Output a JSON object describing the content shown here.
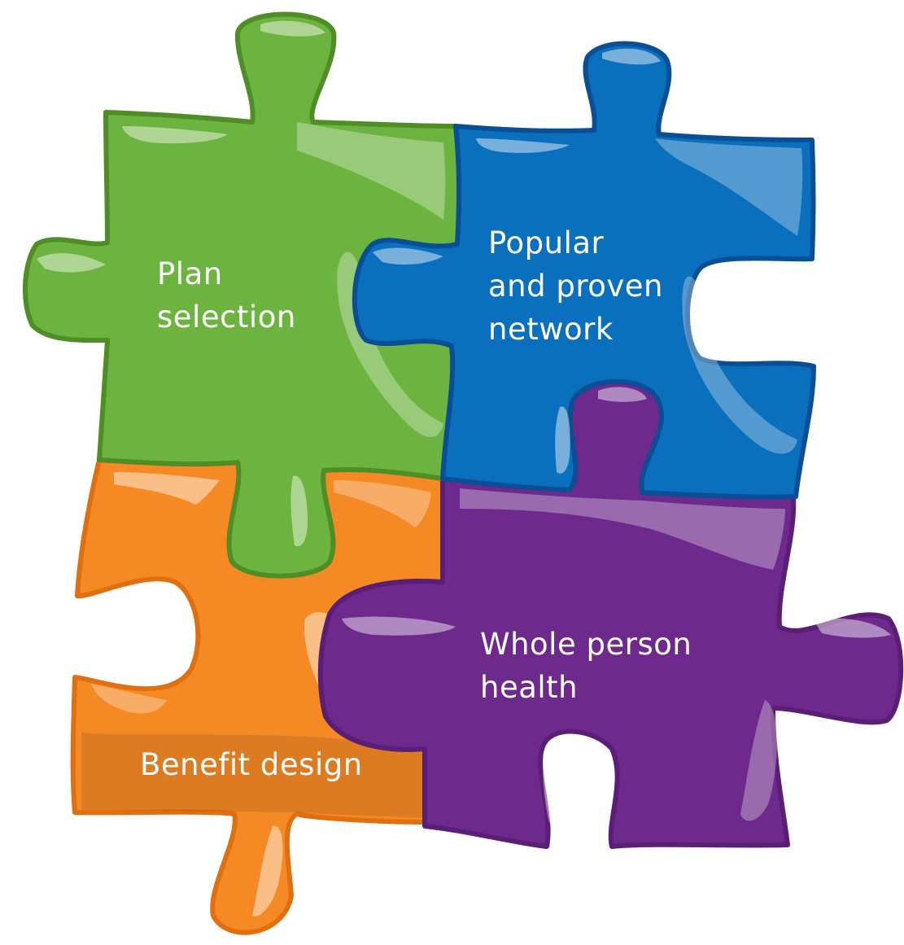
{
  "diagram": {
    "pieces": [
      {
        "id": "plan-selection",
        "lines": [
          "Plan",
          "selection"
        ],
        "color": "#6db33f",
        "edge_color": "#4f8d26"
      },
      {
        "id": "popular-network",
        "lines": [
          "Popular",
          "and proven",
          "network"
        ],
        "color": "#0a6fbd",
        "edge_color": "#0a4f96"
      },
      {
        "id": "benefit-design",
        "lines": [
          "Benefit design"
        ],
        "color": "#f58a25",
        "edge_color": "#e06f10"
      },
      {
        "id": "whole-person-health",
        "lines": [
          "Whole person",
          "health"
        ],
        "color": "#6d2a8c",
        "edge_color": "#5a1e76"
      }
    ]
  }
}
